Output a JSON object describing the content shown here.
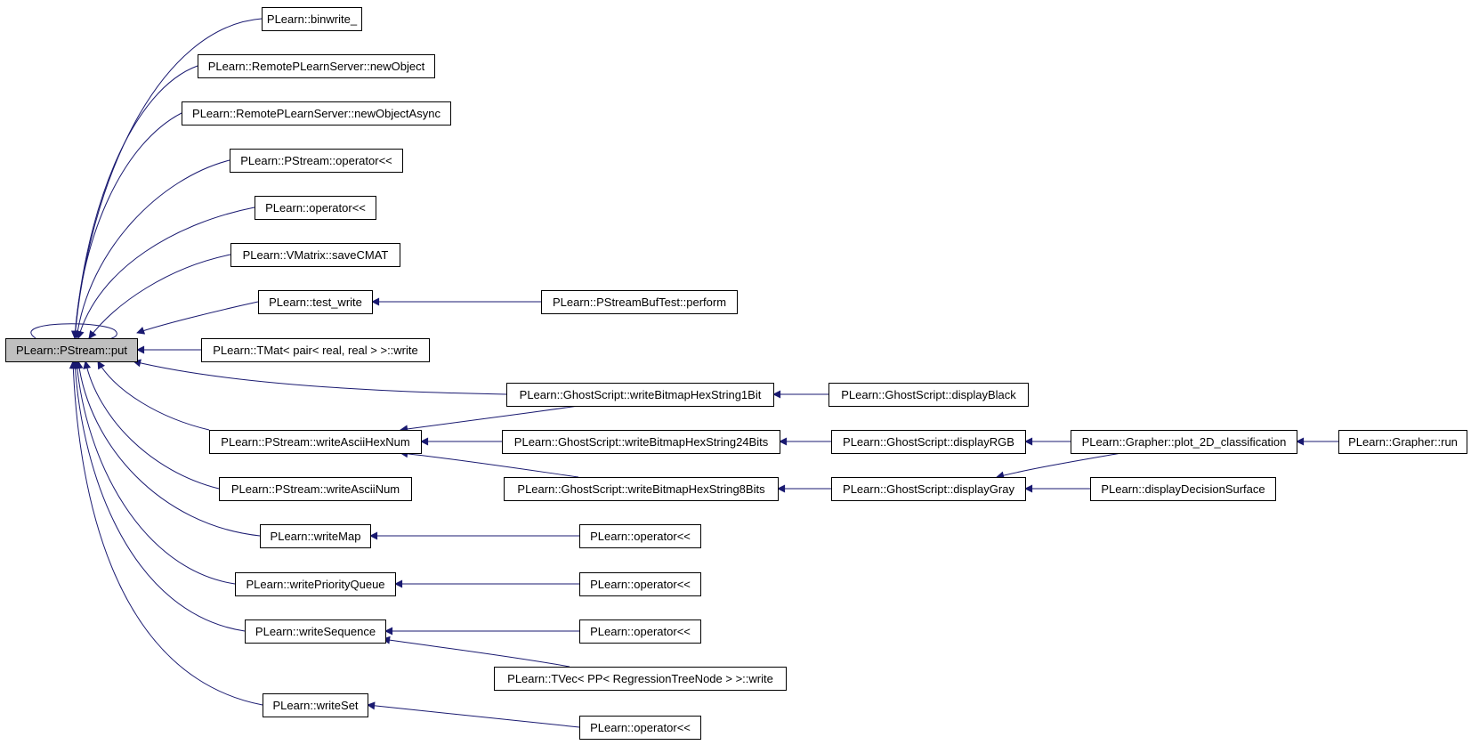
{
  "colors": {
    "edge": "#191970",
    "node_border": "#000000",
    "node_fill": "#ffffff",
    "focus_fill": "#bfbfbf"
  },
  "diagram": {
    "nodes": [
      {
        "id": "put",
        "label": "PLearn::PStream::put",
        "focus": true
      },
      {
        "id": "binwrite",
        "label": "PLearn::binwrite_"
      },
      {
        "id": "newObject",
        "label": "PLearn::RemotePLearnServer::newObject"
      },
      {
        "id": "newObjectAsync",
        "label": "PLearn::RemotePLearnServer::newObjectAsync"
      },
      {
        "id": "pstream_op",
        "label": "PLearn::PStream::operator<<"
      },
      {
        "id": "op_ll",
        "label": "PLearn::operator<<"
      },
      {
        "id": "saveCMAT",
        "label": "PLearn::VMatrix::saveCMAT"
      },
      {
        "id": "test_write",
        "label": "PLearn::test_write"
      },
      {
        "id": "perform",
        "label": "PLearn::PStreamBufTest::perform"
      },
      {
        "id": "tmat_write",
        "label": "PLearn::TMat< pair< real, real > >::write"
      },
      {
        "id": "wbh1",
        "label": "PLearn::GhostScript::writeBitmapHexString1Bit"
      },
      {
        "id": "displayBlack",
        "label": "PLearn::GhostScript::displayBlack"
      },
      {
        "id": "writeAsciiHexNum",
        "label": "PLearn::PStream::writeAsciiHexNum"
      },
      {
        "id": "wbh24",
        "label": "PLearn::GhostScript::writeBitmapHexString24Bits"
      },
      {
        "id": "displayRGB",
        "label": "PLearn::GhostScript::displayRGB"
      },
      {
        "id": "plot2d",
        "label": "PLearn::Grapher::plot_2D_classification"
      },
      {
        "id": "grapher_run",
        "label": "PLearn::Grapher::run"
      },
      {
        "id": "writeAsciiNum",
        "label": "PLearn::PStream::writeAsciiNum"
      },
      {
        "id": "wbh8",
        "label": "PLearn::GhostScript::writeBitmapHexString8Bits"
      },
      {
        "id": "displayGray",
        "label": "PLearn::GhostScript::displayGray"
      },
      {
        "id": "displayDecision",
        "label": "PLearn::displayDecisionSurface"
      },
      {
        "id": "writeMap",
        "label": "PLearn::writeMap"
      },
      {
        "id": "op_map",
        "label": "PLearn::operator<<"
      },
      {
        "id": "writePQ",
        "label": "PLearn::writePriorityQueue"
      },
      {
        "id": "op_pq",
        "label": "PLearn::operator<<"
      },
      {
        "id": "writeSeq",
        "label": "PLearn::writeSequence"
      },
      {
        "id": "op_seq",
        "label": "PLearn::operator<<"
      },
      {
        "id": "tvec_write",
        "label": "PLearn::TVec< PP< RegressionTreeNode > >::write"
      },
      {
        "id": "writeSet",
        "label": "PLearn::writeSet"
      },
      {
        "id": "op_set",
        "label": "PLearn::operator<<"
      }
    ],
    "edges": [
      {
        "from": "put",
        "to": "put"
      },
      {
        "from": "binwrite",
        "to": "put"
      },
      {
        "from": "newObject",
        "to": "put"
      },
      {
        "from": "newObjectAsync",
        "to": "put"
      },
      {
        "from": "pstream_op",
        "to": "put"
      },
      {
        "from": "op_ll",
        "to": "put"
      },
      {
        "from": "saveCMAT",
        "to": "put"
      },
      {
        "from": "test_write",
        "to": "put"
      },
      {
        "from": "tmat_write",
        "to": "put"
      },
      {
        "from": "wbh1",
        "to": "put"
      },
      {
        "from": "writeAsciiHexNum",
        "to": "put"
      },
      {
        "from": "writeAsciiNum",
        "to": "put"
      },
      {
        "from": "writeMap",
        "to": "put"
      },
      {
        "from": "writePQ",
        "to": "put"
      },
      {
        "from": "writeSeq",
        "to": "put"
      },
      {
        "from": "writeSet",
        "to": "put"
      },
      {
        "from": "perform",
        "to": "test_write"
      },
      {
        "from": "displayBlack",
        "to": "wbh1"
      },
      {
        "from": "wbh1",
        "to": "writeAsciiHexNum"
      },
      {
        "from": "wbh24",
        "to": "writeAsciiHexNum"
      },
      {
        "from": "wbh8",
        "to": "writeAsciiHexNum"
      },
      {
        "from": "displayRGB",
        "to": "wbh24"
      },
      {
        "from": "displayGray",
        "to": "wbh8"
      },
      {
        "from": "plot2d",
        "to": "displayRGB"
      },
      {
        "from": "plot2d",
        "to": "displayGray"
      },
      {
        "from": "displayDecision",
        "to": "displayGray"
      },
      {
        "from": "grapher_run",
        "to": "plot2d"
      },
      {
        "from": "op_map",
        "to": "writeMap"
      },
      {
        "from": "op_pq",
        "to": "writePQ"
      },
      {
        "from": "op_seq",
        "to": "writeSeq"
      },
      {
        "from": "tvec_write",
        "to": "writeSeq"
      },
      {
        "from": "op_set",
        "to": "writeSet"
      }
    ]
  }
}
